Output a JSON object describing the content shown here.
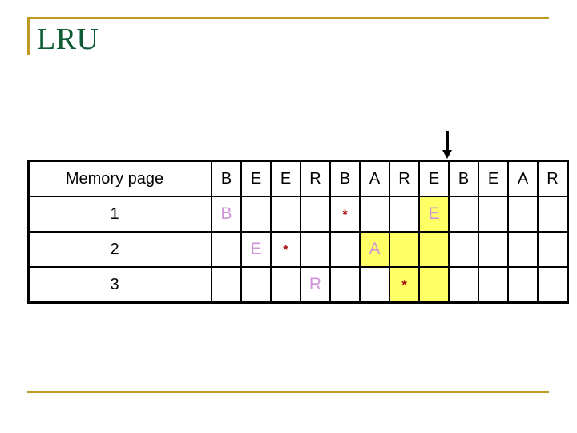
{
  "slide": {
    "title": "LRU",
    "accent_color": "#bf9a22",
    "title_color": "#0d5c34",
    "background": "#ffffff"
  },
  "pointer": {
    "name": "down-arrow",
    "glyph": "↓",
    "target_column_index": 7,
    "target_column_label": "E"
  },
  "table": {
    "row_header_label": "Memory page",
    "reference_string": [
      "B",
      "E",
      "E",
      "R",
      "B",
      "A",
      "R",
      "E",
      "B",
      "E",
      "A",
      "R"
    ],
    "page_frames": [
      "1",
      "2",
      "3"
    ],
    "letter_color": "#cf93d8",
    "star_color": "#aa1111",
    "highlight_color": "#ffff66",
    "rows": [
      {
        "label": "1",
        "cells": [
          {
            "text": "B",
            "kind": "letter",
            "highlight": false
          },
          {
            "text": "",
            "kind": "empty",
            "highlight": false
          },
          {
            "text": "",
            "kind": "empty",
            "highlight": false
          },
          {
            "text": "",
            "kind": "empty",
            "highlight": false
          },
          {
            "text": "*",
            "kind": "star",
            "highlight": false
          },
          {
            "text": "",
            "kind": "empty",
            "highlight": false
          },
          {
            "text": "",
            "kind": "empty",
            "highlight": false
          },
          {
            "text": "E",
            "kind": "letter",
            "highlight": true
          },
          {
            "text": "",
            "kind": "empty",
            "highlight": false
          },
          {
            "text": "",
            "kind": "empty",
            "highlight": false
          },
          {
            "text": "",
            "kind": "empty",
            "highlight": false
          },
          {
            "text": "",
            "kind": "empty",
            "highlight": false
          }
        ]
      },
      {
        "label": "2",
        "cells": [
          {
            "text": "",
            "kind": "empty",
            "highlight": false
          },
          {
            "text": "E",
            "kind": "letter",
            "highlight": false
          },
          {
            "text": "*",
            "kind": "star",
            "highlight": false
          },
          {
            "text": "",
            "kind": "empty",
            "highlight": false
          },
          {
            "text": "",
            "kind": "empty",
            "highlight": false
          },
          {
            "text": "A",
            "kind": "letter",
            "highlight": true
          },
          {
            "text": "",
            "kind": "empty",
            "highlight": true
          },
          {
            "text": "",
            "kind": "empty",
            "highlight": true
          },
          {
            "text": "",
            "kind": "empty",
            "highlight": false
          },
          {
            "text": "",
            "kind": "empty",
            "highlight": false
          },
          {
            "text": "",
            "kind": "empty",
            "highlight": false
          },
          {
            "text": "",
            "kind": "empty",
            "highlight": false
          }
        ]
      },
      {
        "label": "3",
        "cells": [
          {
            "text": "",
            "kind": "empty",
            "highlight": false
          },
          {
            "text": "",
            "kind": "empty",
            "highlight": false
          },
          {
            "text": "",
            "kind": "empty",
            "highlight": false
          },
          {
            "text": "R",
            "kind": "letter",
            "highlight": false
          },
          {
            "text": "",
            "kind": "empty",
            "highlight": false
          },
          {
            "text": "",
            "kind": "empty",
            "highlight": false
          },
          {
            "text": "*",
            "kind": "star",
            "highlight": true
          },
          {
            "text": "",
            "kind": "empty",
            "highlight": true
          },
          {
            "text": "",
            "kind": "empty",
            "highlight": false
          },
          {
            "text": "",
            "kind": "empty",
            "highlight": false
          },
          {
            "text": "",
            "kind": "empty",
            "highlight": false
          },
          {
            "text": "",
            "kind": "empty",
            "highlight": false
          }
        ]
      }
    ]
  }
}
